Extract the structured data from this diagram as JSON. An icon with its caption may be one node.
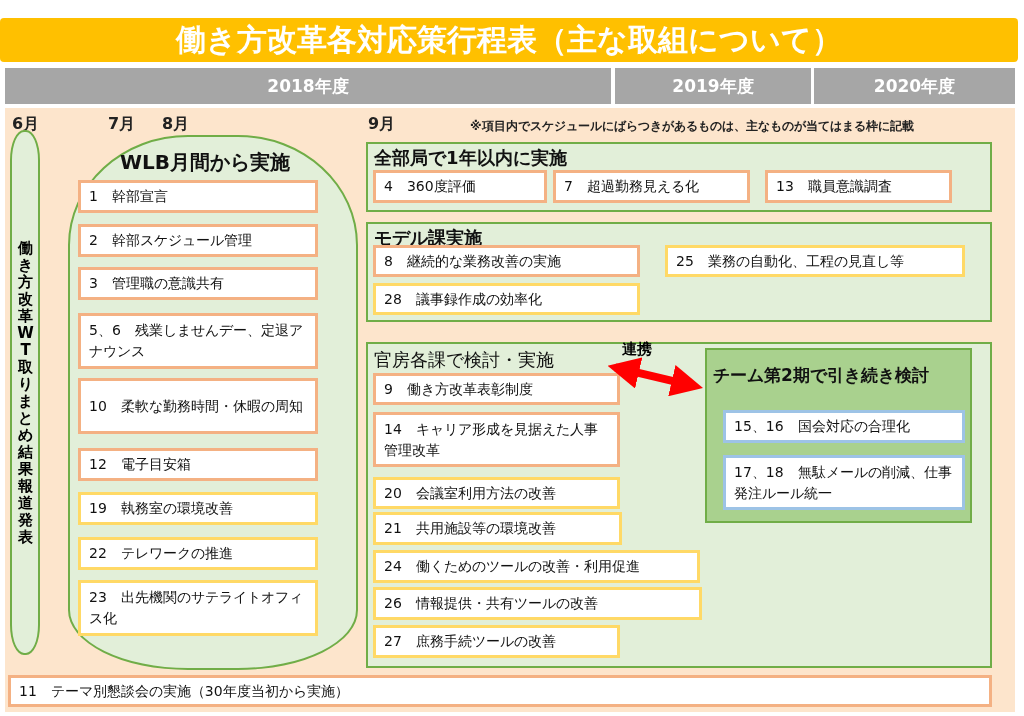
{
  "diagram": {
    "title": "働き方改革各対応策行程表（主な取組について）",
    "nodes": [
      {
        "text": [
          "働き方改革WT取りまとめ結果報道発表"
        ]
      },
      {
        "text": [
          "WLB月間から実施"
        ]
      },
      {
        "text": [
          "1　幹部宣言"
        ],
        "in": 1
      },
      {
        "text": [
          "2　幹部スケジュール管理"
        ],
        "in": 1
      },
      {
        "text": [
          "3　管理職の意識共有"
        ],
        "in": 1
      },
      {
        "text": [
          "5、6　残業しませんデー、定退アナウンス"
        ],
        "in": 1
      },
      {
        "text": [
          "10　柔軟な勤務時間・休暇の周知"
        ],
        "in": 1
      },
      {
        "text": [
          "12　電子目安箱"
        ],
        "in": 1
      },
      {
        "text": [
          "19　執務室の環境改善"
        ],
        "in": 1
      },
      {
        "text": [
          "22　テレワークの推進"
        ],
        "in": 1
      },
      {
        "text": [
          "23　出先機関のサテライトオフィス化"
        ],
        "in": 1
      },
      {
        "text": [
          "全部局で1年以内に実施"
        ]
      },
      {
        "text": [
          "4　360度評価"
        ],
        "in": 11
      },
      {
        "text": [
          "7　超過勤務見える化"
        ],
        "in": 11
      },
      {
        "text": [
          "13　職員意識調査"
        ],
        "in": 11
      },
      {
        "text": [
          "モデル課実施"
        ]
      },
      {
        "text": [
          "8　継続的な業務改善の実施"
        ],
        "in": 15
      },
      {
        "text": [
          "25　業務の自動化、工程の見直し等"
        ],
        "in": 15
      },
      {
        "text": [
          "28　議事録作成の効率化"
        ],
        "in": 15
      },
      {
        "text": [
          "官房各課で検討・実施"
        ]
      },
      {
        "text": [
          "9　働き方改革表彰制度"
        ],
        "in": 19
      },
      {
        "text": [
          "14　キャリア形成を見据えた人事管理改革"
        ],
        "in": 19
      },
      {
        "text": [
          "20　会議室利用方法の改善"
        ],
        "in": 19
      },
      {
        "text": [
          "21　共用施設等の環境改善"
        ],
        "in": 19
      },
      {
        "text": [
          "24　働くためのツールの改善・利用促進"
        ],
        "in": 19
      },
      {
        "text": [
          "26　情報提供・共有ツールの改善"
        ],
        "in": 19
      },
      {
        "text": [
          "27　庶務手続ツールの改善"
        ],
        "in": 19
      },
      {
        "text": [
          "チーム第2期で引き続き検討"
        ],
        "in": 19
      },
      {
        "text": [
          "15、16　国会対応の合理化"
        ],
        "in": 27
      },
      {
        "text": [
          "17、18　無駄メールの削減、仕事発注ルール統一"
        ],
        "in": 27
      },
      {
        "text": [
          "11　テーマ別懇談会の実施（30年度当初から実施）"
        ]
      }
    ],
    "edges": [
      {
        "from": 19,
        "to": 27,
        "arrow": "both",
        "label": "連携",
        "color": "#ff0000"
      }
    ],
    "labels": [
      "2018年度",
      "2019年度",
      "2020年度",
      "6月",
      "7月",
      "8月",
      "9月",
      "※項目内でスケジュールにばらつきがあるものは、主なものが当てはまる枠に記載"
    ]
  }
}
